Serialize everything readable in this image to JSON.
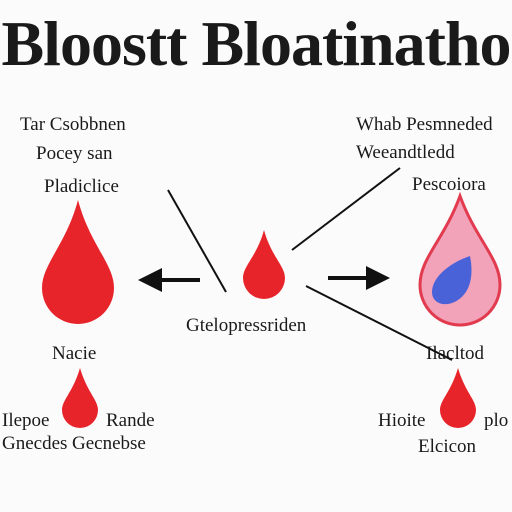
{
  "title": "Bloostt Bloatinatho",
  "labels": {
    "top_left_line1": "Tar Csobbnen",
    "top_left_line2": "Pocey san",
    "top_left_drop": "Pladiclice",
    "top_right_line1": "Whab Pesmneded",
    "top_right_line2": "Weeandtledd",
    "top_right_drop": "Pescoiora",
    "center": "Gtelopressriden",
    "bottom_left_title": "Nacie",
    "bottom_left_left1": "Ilepoe",
    "bottom_left_left2": "Gnecdes",
    "bottom_left_right1": "Rande",
    "bottom_left_right2": "Gecnebse",
    "bottom_right_title": "Ilacltod",
    "bottom_right_left": "Hioite",
    "bottom_right_right": "plo",
    "bottom_right_bottom": "Elcicon"
  },
  "colors": {
    "drop_red": "#e8242b",
    "drop_pink_fill": "#f2a3ba",
    "drop_pink_edge": "#e23a4e",
    "inner_blue": "#4a62d8",
    "arrow": "#111111"
  }
}
